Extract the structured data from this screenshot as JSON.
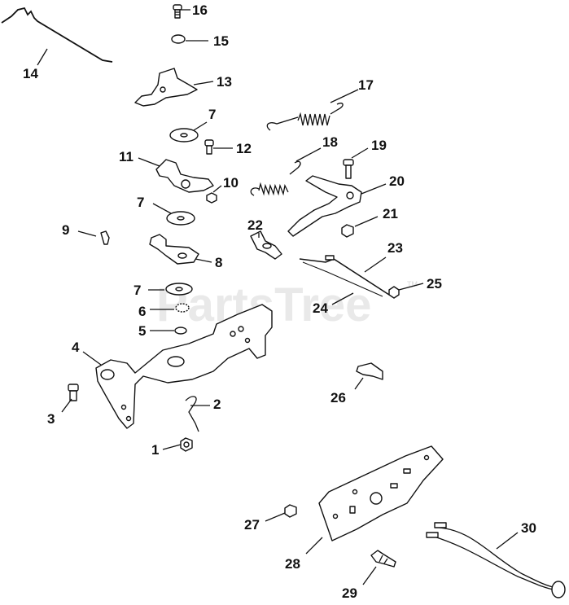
{
  "watermark": {
    "text": "PartsTree",
    "trademark": "TM"
  },
  "callouts": {
    "c1": "1",
    "c2": "2",
    "c3": "3",
    "c4": "4",
    "c5": "5",
    "c6": "6",
    "c7a": "7",
    "c7b": "7",
    "c7c": "7",
    "c8": "8",
    "c9": "9",
    "c10": "10",
    "c11": "11",
    "c12": "12",
    "c13": "13",
    "c14": "14",
    "c15": "15",
    "c16": "16",
    "c17": "17",
    "c18": "18",
    "c19": "19",
    "c20": "20",
    "c21": "21",
    "c22": "22",
    "c23": "23",
    "c24": "24",
    "c25": "25",
    "c26": "26",
    "c27": "27",
    "c28": "28",
    "c29": "29",
    "c30": "30"
  }
}
